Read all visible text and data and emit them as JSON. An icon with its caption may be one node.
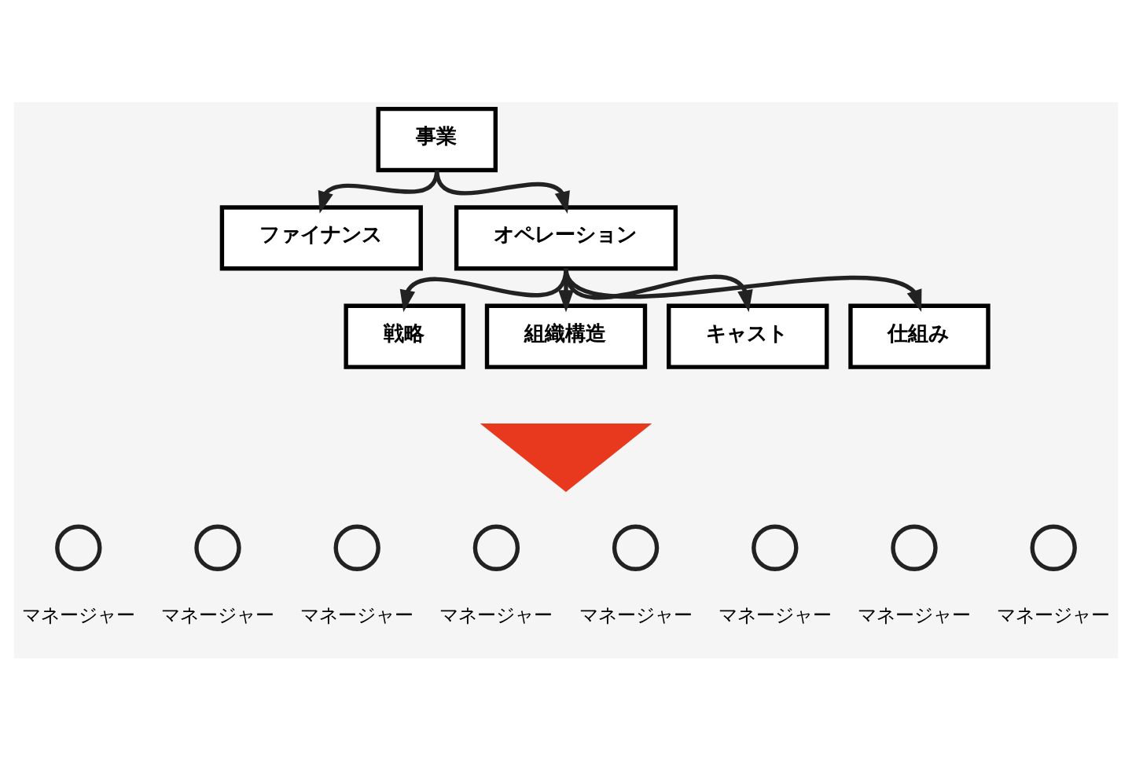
{
  "diagram": {
    "nodes": [
      {
        "text": [
          "事業"
        ]
      },
      {
        "text": [
          "ファイナンス"
        ]
      },
      {
        "text": [
          "オペレーション"
        ]
      },
      {
        "text": [
          "戦略"
        ]
      },
      {
        "text": [
          "組織構造"
        ]
      },
      {
        "text": [
          "キャスト"
        ]
      },
      {
        "text": [
          "仕組み"
        ]
      },
      {
        "text": [],
        "shape": "arrow"
      },
      {
        "text": [],
        "shape": "person",
        "beside": [
          "マネージャー"
        ]
      },
      {
        "text": [],
        "shape": "person",
        "beside": [
          "マネージャー"
        ]
      },
      {
        "text": [],
        "shape": "person",
        "beside": [
          "マネージャー"
        ]
      },
      {
        "text": [],
        "shape": "person",
        "beside": [
          "マネージャー"
        ]
      },
      {
        "text": [],
        "shape": "person",
        "beside": [
          "マネージャー"
        ]
      },
      {
        "text": [],
        "shape": "person",
        "beside": [
          "マネージャー"
        ]
      },
      {
        "text": [],
        "shape": "person",
        "beside": [
          "マネージャー"
        ]
      },
      {
        "text": [],
        "shape": "person",
        "beside": [
          "マネージャー"
        ]
      }
    ],
    "edges": [
      {
        "from": 0,
        "to": 1,
        "arrow": "to"
      },
      {
        "from": 0,
        "to": 2,
        "arrow": "to"
      },
      {
        "from": 2,
        "to": 3,
        "arrow": "to"
      },
      {
        "from": 2,
        "to": 4,
        "arrow": "to"
      },
      {
        "from": 2,
        "to": 5,
        "arrow": "to"
      },
      {
        "from": 2,
        "to": 6,
        "arrow": "to"
      }
    ]
  }
}
